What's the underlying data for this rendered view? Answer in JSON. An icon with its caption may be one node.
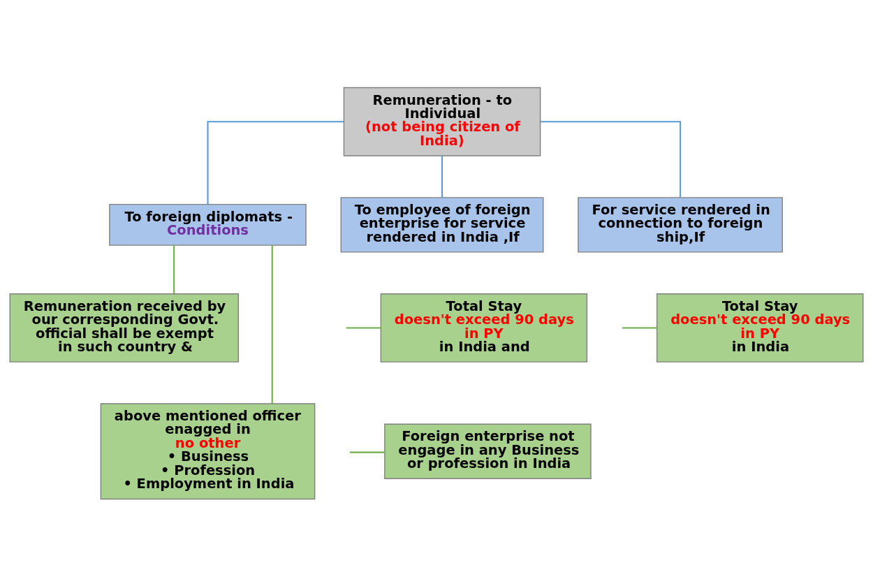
{
  "diagram": {
    "nodes": [
      {
        "text": [
          "Remuneration - to Individual",
          "(not being citizen of India)"
        ]
      },
      {
        "text": [
          "To foreign diplomats -",
          "Conditions"
        ]
      },
      {
        "text": [
          "To employee of foreign enterprise for service rendered in India ,If"
        ]
      },
      {
        "text": [
          "For service rendered in connection to foreign ship,If"
        ]
      },
      {
        "text": [
          "Remuneration received by our corresponding Govt. official shall be exempt in such country &"
        ]
      },
      {
        "text": [
          "Total Stay",
          "doesn't exceed 90 days in PY",
          "in India and"
        ]
      },
      {
        "text": [
          "Total Stay",
          "doesn't exceed 90 days in PY",
          "in India"
        ]
      },
      {
        "text": [
          "above mentioned officer enagged in",
          "no other",
          "• Business",
          "• Profession",
          "• Employment in India"
        ]
      },
      {
        "text": [
          "Foreign enterprise not engage in any Business or profession in India"
        ]
      }
    ],
    "edges": [
      {
        "from": 0,
        "to": 1,
        "arrow": "none",
        "color": "#5b9bd5"
      },
      {
        "from": 0,
        "to": 2,
        "arrow": "none",
        "color": "#5b9bd5"
      },
      {
        "from": 0,
        "to": 3,
        "arrow": "none",
        "color": "#5b9bd5"
      },
      {
        "from": 1,
        "to": 4,
        "arrow": "none"
      },
      {
        "from": 1,
        "to": 7,
        "arrow": "none"
      },
      {
        "from": null,
        "to": 5,
        "arrow": "none"
      },
      {
        "from": null,
        "to": 6,
        "arrow": "none"
      },
      {
        "from": null,
        "to": 8,
        "arrow": "none"
      }
    ]
  }
}
